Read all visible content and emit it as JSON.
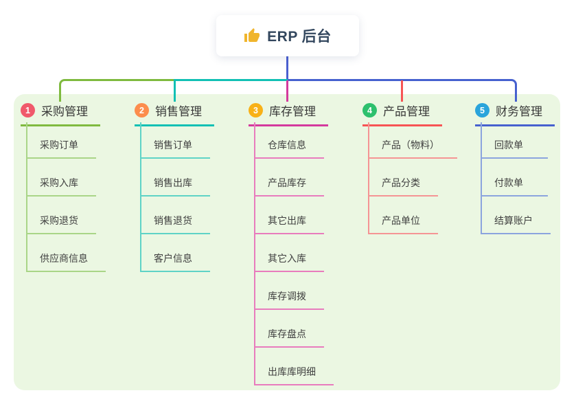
{
  "root": {
    "icon": "thumbs-up-icon",
    "label": "ERP 后台"
  },
  "branches": [
    {
      "num": "1",
      "label": "采购管理",
      "badge_color": "#f0596b",
      "line_color": "#7fba3f",
      "item_line_color": "#a9d587",
      "items": [
        "采购订单",
        "采购入库",
        "采购退货",
        "供应商信息"
      ]
    },
    {
      "num": "2",
      "label": "销售管理",
      "badge_color": "#fc8d4d",
      "line_color": "#12c0b4",
      "item_line_color": "#5ed3c6",
      "items": [
        "销售订单",
        "销售出库",
        "销售退货",
        "客户信息"
      ]
    },
    {
      "num": "3",
      "label": "库存管理",
      "badge_color": "#f8b117",
      "line_color": "#d43a9d",
      "item_line_color": "#e87bbd",
      "items": [
        "仓库信息",
        "产品库存",
        "其它出库",
        "其它入库",
        "库存调拨",
        "库存盘点",
        "出库库明细"
      ]
    },
    {
      "num": "4",
      "label": "产品管理",
      "badge_color": "#2dc06d",
      "line_color": "#f75454",
      "item_line_color": "#f59494",
      "items": [
        "产品（物料）",
        "产品分类",
        "产品单位"
      ]
    },
    {
      "num": "5",
      "label": "财务管理",
      "badge_color": "#2aa4db",
      "line_color": "#4661cf",
      "item_line_color": "#8ba4de",
      "items": [
        "回款单",
        "付款单",
        "结算账户"
      ]
    }
  ],
  "colors": {
    "canvas_bg": "#ffffff",
    "panel_bg": "#ebf7e2",
    "root_stem": "#4a5fd0",
    "title_text": "#33475e",
    "item_text": "#404040",
    "thumb_icon": "#f0b52d"
  }
}
